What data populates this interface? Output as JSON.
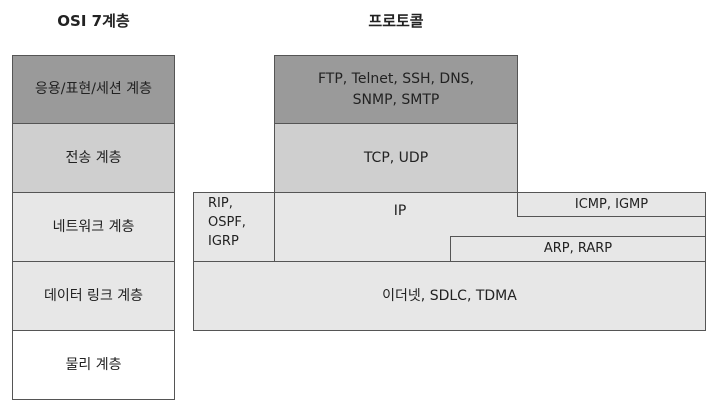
{
  "headings": {
    "osi": "OSI 7계층",
    "protocol": "프로토콜"
  },
  "osi_layers": [
    {
      "label": "응용/표현/세션 계층",
      "color": "#9a9a9a"
    },
    {
      "label": "전송 계층",
      "color": "#cfcfcf"
    },
    {
      "label": "네트워크 계층",
      "color": "#e7e7e7"
    },
    {
      "label": "데이터 링크 계층",
      "color": "#e7e7e7"
    },
    {
      "label": "물리 계층",
      "color": "#ffffff"
    }
  ],
  "protocols": {
    "application_line1": "FTP, Telnet, SSH, DNS,",
    "application_line2": "SNMP, SMTP",
    "transport": "TCP, UDP",
    "routing_line1": "RIP,",
    "routing_line2": "OSPF,",
    "routing_line3": "IGRP",
    "ip": "IP",
    "icmp": "ICMP, IGMP",
    "arp": "ARP, RARP",
    "datalink": "이더넷, SDLC, TDMA"
  }
}
